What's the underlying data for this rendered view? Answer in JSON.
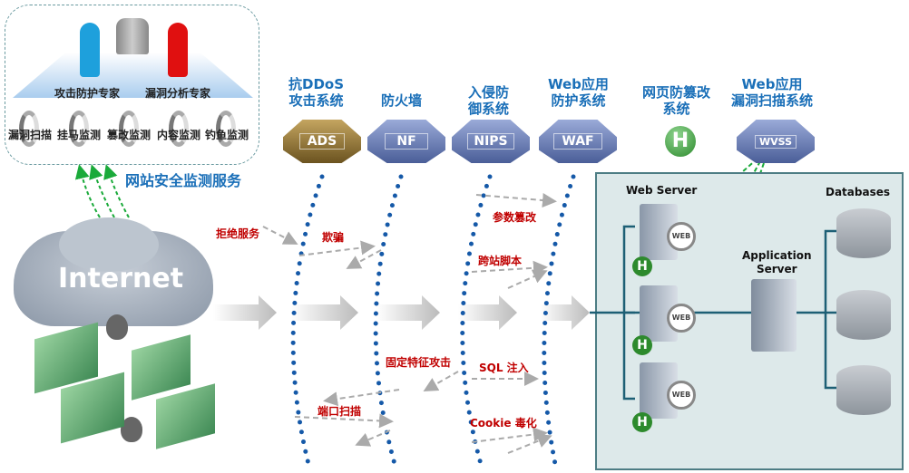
{
  "monitor_service": {
    "title": "网站安全监测服务",
    "experts": [
      "攻击防护专家",
      "漏洞分析专家"
    ],
    "items": [
      "漏洞扫描",
      "挂马监测",
      "篡改监测",
      "内容监测",
      "钓鱼监测"
    ]
  },
  "internet": {
    "label": "Internet"
  },
  "devices": [
    {
      "title": "抗DDoS\n攻击系统",
      "badge": "ADS",
      "color": "#8a6d2a"
    },
    {
      "title": "防火墙",
      "badge": "NF",
      "color": "#5470a8"
    },
    {
      "title": "入侵防\n御系统",
      "badge": "NIPS",
      "color": "#5470a8"
    },
    {
      "title": "Web应用\n防护系统",
      "badge": "WAF",
      "color": "#5470a8"
    },
    {
      "title": "网页防篡改\n系统",
      "badge": "H",
      "color": "#3a9a3a"
    },
    {
      "title": "Web应用\n漏洞扫描系统",
      "badge": "WVSS",
      "color": "#5470a8"
    }
  ],
  "attacks": [
    "拒绝服务",
    "欺骗",
    "参数篡改",
    "跨站脚本",
    "固定特征攻击",
    "SQL 注入",
    "端口扫描",
    "Cookie 毒化"
  ],
  "server_zone": {
    "web_server": "Web Server",
    "databases": "Databases",
    "app_server": "Application\nServer",
    "web_badge": "WEB",
    "h_badge": "H"
  }
}
